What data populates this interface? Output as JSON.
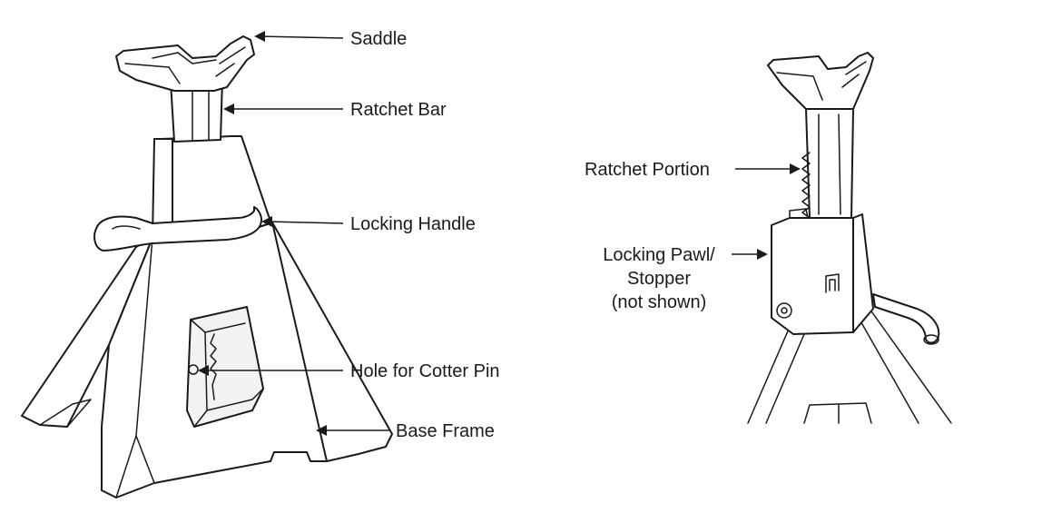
{
  "labels": {
    "saddle": "Saddle",
    "ratchet_bar": "Ratchet Bar",
    "locking_handle": "Locking Handle",
    "hole_cotter_pin": "Hole for Cotter Pin",
    "base_frame": "Base Frame",
    "ratchet_portion": "Ratchet Portion",
    "locking_pawl_line1": "Locking Pawl/",
    "locking_pawl_line2": "Stopper",
    "locking_pawl_line3": "(not shown)"
  },
  "colors": {
    "ink": "#1a1a1a",
    "background": "#ffffff"
  }
}
